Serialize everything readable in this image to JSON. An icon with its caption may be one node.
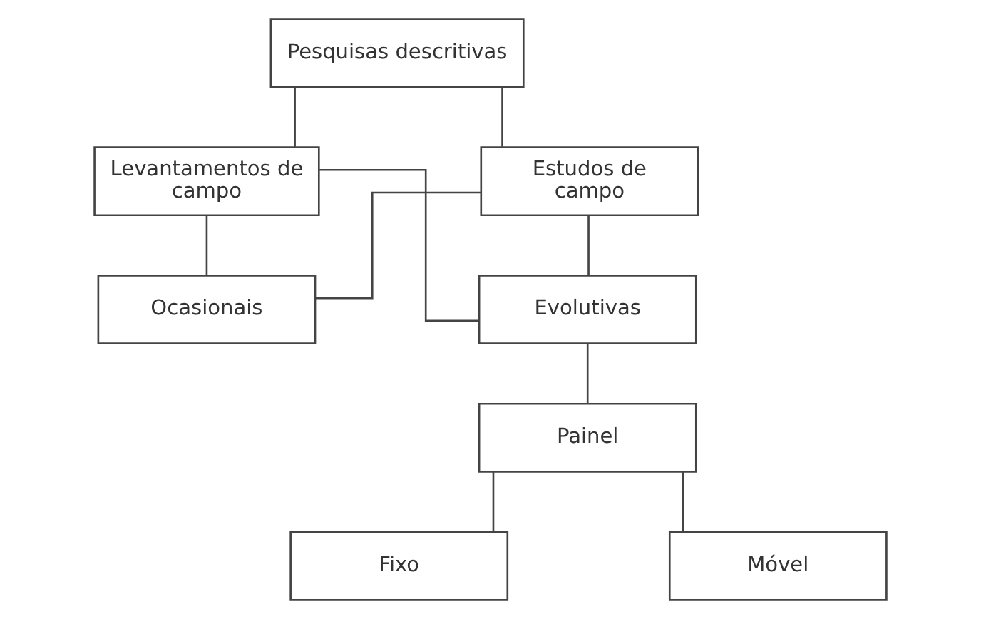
{
  "diagram": {
    "nodes": [
      {
        "text": [
          "Pesquisas descritivas"
        ]
      },
      {
        "text": [
          "Levantamentos de campo"
        ]
      },
      {
        "text": [
          "Estudos de campo"
        ]
      },
      {
        "text": [
          "Ocasionais"
        ]
      },
      {
        "text": [
          "Evolutivas"
        ]
      },
      {
        "text": [
          "Painel"
        ]
      },
      {
        "text": [
          "Fixo"
        ]
      },
      {
        "text": [
          "Móvel"
        ]
      }
    ],
    "edges": [
      {
        "from": 0,
        "to": 1,
        "arrow": "none"
      },
      {
        "from": 0,
        "to": 2,
        "arrow": "none"
      },
      {
        "from": 1,
        "to": 3,
        "arrow": "none"
      },
      {
        "from": 1,
        "to": 4,
        "arrow": "none"
      },
      {
        "from": 2,
        "to": 3,
        "arrow": "none"
      },
      {
        "from": 2,
        "to": 4,
        "arrow": "none"
      },
      {
        "from": 4,
        "to": 5,
        "arrow": "none"
      },
      {
        "from": 5,
        "to": 6,
        "arrow": "none"
      },
      {
        "from": 5,
        "to": 7,
        "arrow": "none"
      }
    ]
  }
}
